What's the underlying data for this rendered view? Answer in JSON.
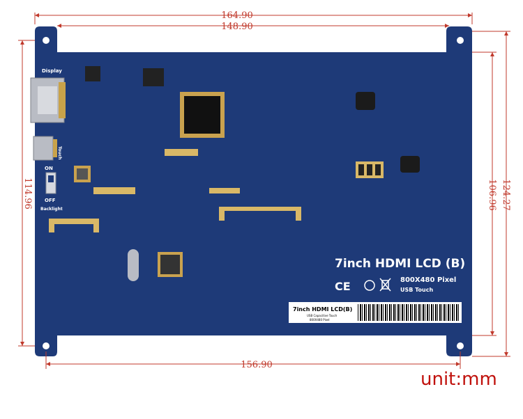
{
  "dimensions": {
    "outer_width": "164.90",
    "hole_width_top": "148.90",
    "hole_width_bottom": "156.90",
    "left_height": "114.96",
    "inner_height": "106.96",
    "outer_height": "124.27"
  },
  "unit_label": "unit:mm",
  "board": {
    "title": "7inch HDMI LCD (B)",
    "resolution": "800X480 Pixel",
    "touch": "USB Touch",
    "port_display": "Display",
    "port_touch": "Touch",
    "switch_on": "ON",
    "switch_off": "OFF",
    "switch_label": "Backlight",
    "certifications": "CE",
    "label_sticker_title": "7inch HDMI LCD(B)",
    "label_sticker_line1": "USB Capacitive Touch",
    "label_sticker_line2": "800X480 Pixel"
  },
  "colors": {
    "board": "#1e3a78",
    "dimension": "#c0392b",
    "unit": "#c0110c"
  }
}
